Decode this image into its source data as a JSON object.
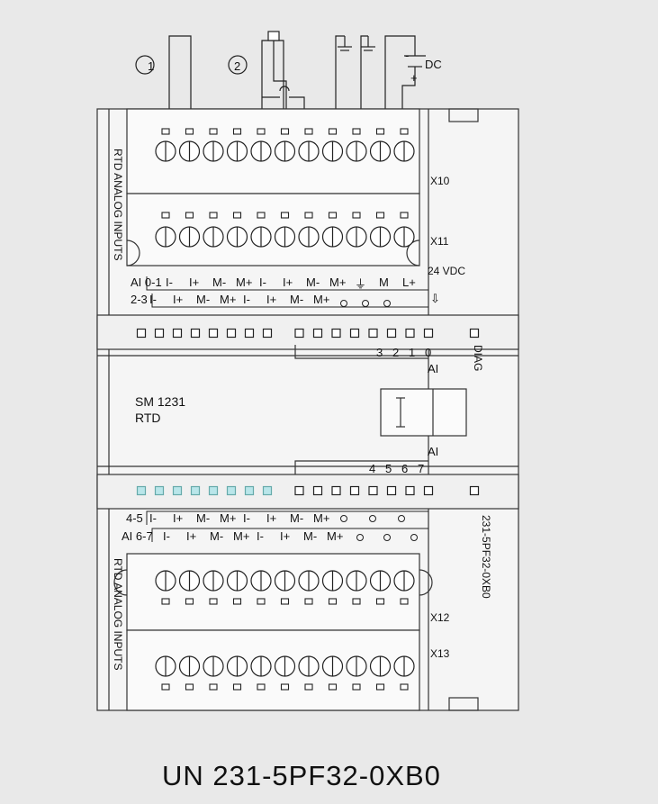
{
  "diagram": {
    "callouts": [
      "1",
      "2"
    ],
    "power": {
      "minus": "-",
      "plus": "+",
      "dc": "DC"
    },
    "module_name": "SM 1231",
    "module_type": "RTD",
    "side_label": "RTD ANALOG INPUTS",
    "part_number_vertical": "231-5PF32-0XB0",
    "bottom_caption": "UN 231-5PF32-0XB0",
    "connectors": [
      "X10",
      "X11",
      "X12",
      "X13"
    ],
    "diag_label": "DIAG",
    "ai_label": "AI",
    "top_rows": {
      "row1_label": "AI 0-1",
      "row2_label": "2-3",
      "row1_terms": [
        "I-",
        "I+",
        "M-",
        "M+",
        "I-",
        "I+",
        "M-",
        "M+"
      ],
      "row2_terms": [
        "I-",
        "I+",
        "M-",
        "M+",
        "I-",
        "I+",
        "M-",
        "M+"
      ],
      "power_terms": [
        "M",
        "L+"
      ],
      "power_label": "24 VDC"
    },
    "bottom_rows": {
      "row1_label": "4-5",
      "row2_label": "AI 6-7",
      "row1_terms": [
        "I-",
        "I+",
        "M-",
        "M+",
        "I-",
        "I+",
        "M-",
        "M+"
      ],
      "row2_terms": [
        "I-",
        "I+",
        "M-",
        "M+",
        "I-",
        "I+",
        "M-",
        "M+"
      ]
    },
    "upper_channels": [
      "0",
      "1",
      "2",
      "3"
    ],
    "lower_channels": [
      "4",
      "5",
      "6",
      "7"
    ],
    "led_color": "#b9e6ea"
  }
}
